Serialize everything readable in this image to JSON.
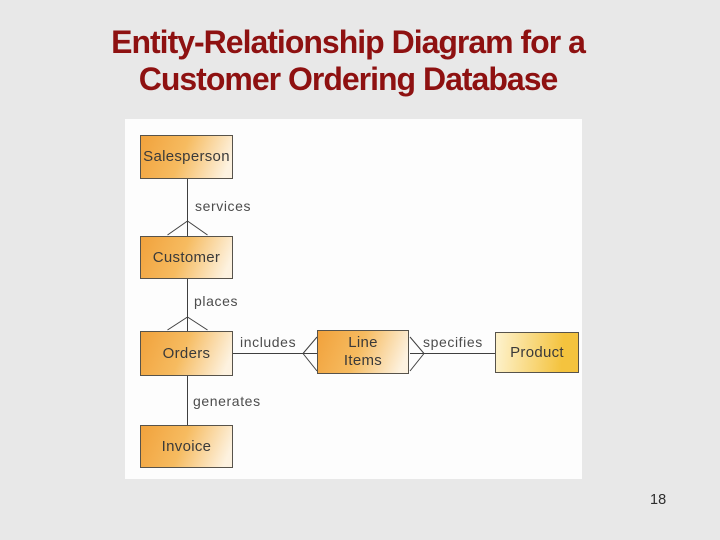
{
  "slide": {
    "title_line1": "Entity-Relationship Diagram for a",
    "title_line2": "Customer Ordering Database",
    "page_number": "18"
  },
  "theme": {
    "slide-bg": "#e8e8e8",
    "panel-bg": "#fdfdfd",
    "title-color": "#8e1111",
    "line-color": "#3f3f3f",
    "label-color": "#4c4c4c",
    "entity-text-color": "#3a3a3a",
    "box-border-color": "#57534b",
    "entity-gradient-start": "#f1a23c",
    "entity-gradient-mid": "#f6bb60",
    "entity-gradient-end": "#fdf2e0",
    "product-gradient-start": "#fdf0c6",
    "product-gradient-end": "#f4c33e"
  },
  "diagram": {
    "entities": [
      {
        "id": "salesperson",
        "label": "Salesperson"
      },
      {
        "id": "customer",
        "label": "Customer"
      },
      {
        "id": "orders",
        "label": "Orders"
      },
      {
        "id": "invoice",
        "label": "Invoice"
      },
      {
        "id": "line-items",
        "label": "Line\nItems"
      },
      {
        "id": "product",
        "label": "Product"
      }
    ],
    "relationships": [
      {
        "id": "services",
        "label": "services",
        "from": "Salesperson",
        "to": "Customer"
      },
      {
        "id": "places",
        "label": "places",
        "from": "Customer",
        "to": "Orders"
      },
      {
        "id": "includes",
        "label": "includes",
        "from": "Orders",
        "to": "Line Items"
      },
      {
        "id": "specifies",
        "label": "specifies",
        "from": "Line Items",
        "to": "Product"
      },
      {
        "id": "generates",
        "label": "generates",
        "from": "Orders",
        "to": "Invoice"
      }
    ]
  }
}
